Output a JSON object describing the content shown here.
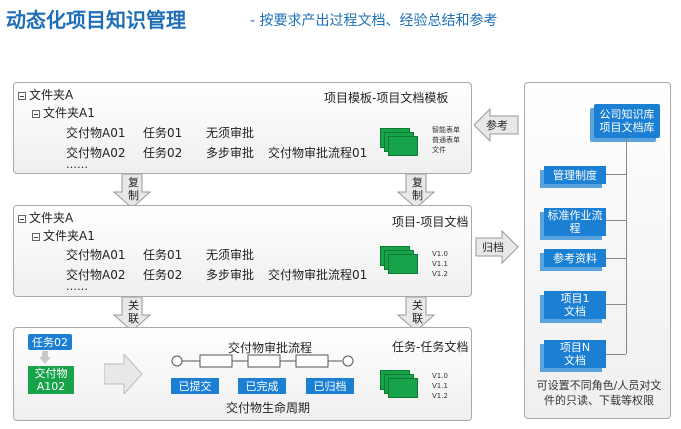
{
  "header": {
    "title": "动态化项目知识管理",
    "subtitle": "- 按要求产出过程文档、经验总结和参考"
  },
  "panel_template": {
    "folder_a": "文件夹A",
    "folder_a1": "文件夹A1",
    "rows": [
      {
        "deliverable": "交付物A01",
        "task": "任务01",
        "approval": "无须审批",
        "flow": ""
      },
      {
        "deliverable": "交付物A02",
        "task": "任务02",
        "approval": "多步审批",
        "flow": "交付物审批流程01"
      }
    ],
    "ellipsis": "……",
    "title": "项目模板-项目文档模板",
    "legend": [
      "智能表单",
      "普通表单",
      "文件"
    ]
  },
  "panel_project": {
    "folder_a": "文件夹A",
    "folder_a1": "文件夹A1",
    "rows": [
      {
        "deliverable": "交付物A01",
        "task": "任务01",
        "approval": "无须审批",
        "flow": ""
      },
      {
        "deliverable": "交付物A02",
        "task": "任务02",
        "approval": "多步审批",
        "flow": "交付物审批流程01"
      }
    ],
    "ellipsis": "……",
    "title": "项目-项目文档",
    "versions": [
      "V1.0",
      "V1.1",
      "V1.2"
    ]
  },
  "panel_task": {
    "task_label": "任务02",
    "deliverable_label": "交付物A102",
    "flow_title": "交付物审批流程",
    "statuses": [
      "已提交",
      "已完成",
      "已归档"
    ],
    "lifecycle": "交付物生命周期",
    "title": "任务-任务文档",
    "versions": [
      "V1.0",
      "V1.1",
      "V1.2"
    ]
  },
  "arrows": {
    "copy": "复制",
    "relate": "关联",
    "reference": "参考",
    "archive": "归档"
  },
  "knowledge_base": {
    "header": "公司知识库项目文档库",
    "items": [
      "管理制度",
      "标准作业流程",
      "参考资料",
      "项目1文档",
      "项目N文档"
    ],
    "note": "可设置不同角色/人员对文件的只读、下载等权限"
  }
}
